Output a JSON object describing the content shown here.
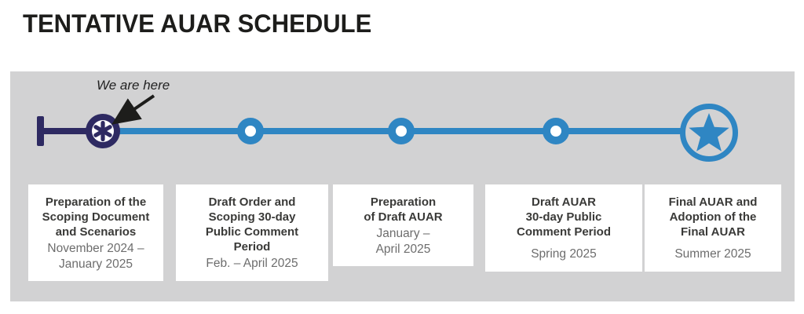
{
  "page": {
    "title": "TENTATIVE AUAR SCHEDULE"
  },
  "timeline": {
    "here_label": "We are here",
    "colors": {
      "navy": "#2e2a62",
      "blue": "#2f86c3",
      "panel_bg": "#d2d2d3",
      "card_bg": "#ffffff",
      "title_text": "#1d1d1b",
      "card_title_text": "#3a3a38",
      "card_date_text": "#6d6d6d"
    },
    "milestones": [
      {
        "marker": "asterisk-current-marker",
        "title": "Preparation of the\nScoping Document\nand Scenarios",
        "date": "November 2024 –\nJanuary 2025"
      },
      {
        "marker": "dot-node",
        "title": "Draft Order and\nScoping 30-day\nPublic Comment\nPeriod",
        "date": "Feb. – April 2025"
      },
      {
        "marker": "dot-node",
        "title": "Preparation\nof Draft AUAR",
        "date": "January –\nApril 2025"
      },
      {
        "marker": "dot-node",
        "title": "Draft AUAR\n30-day Public\nComment Period",
        "date": "Spring 2025"
      },
      {
        "marker": "star-final-marker",
        "title": "Final AUAR and\nAdoption of the\nFinal AUAR",
        "date": "Summer 2025"
      }
    ]
  }
}
